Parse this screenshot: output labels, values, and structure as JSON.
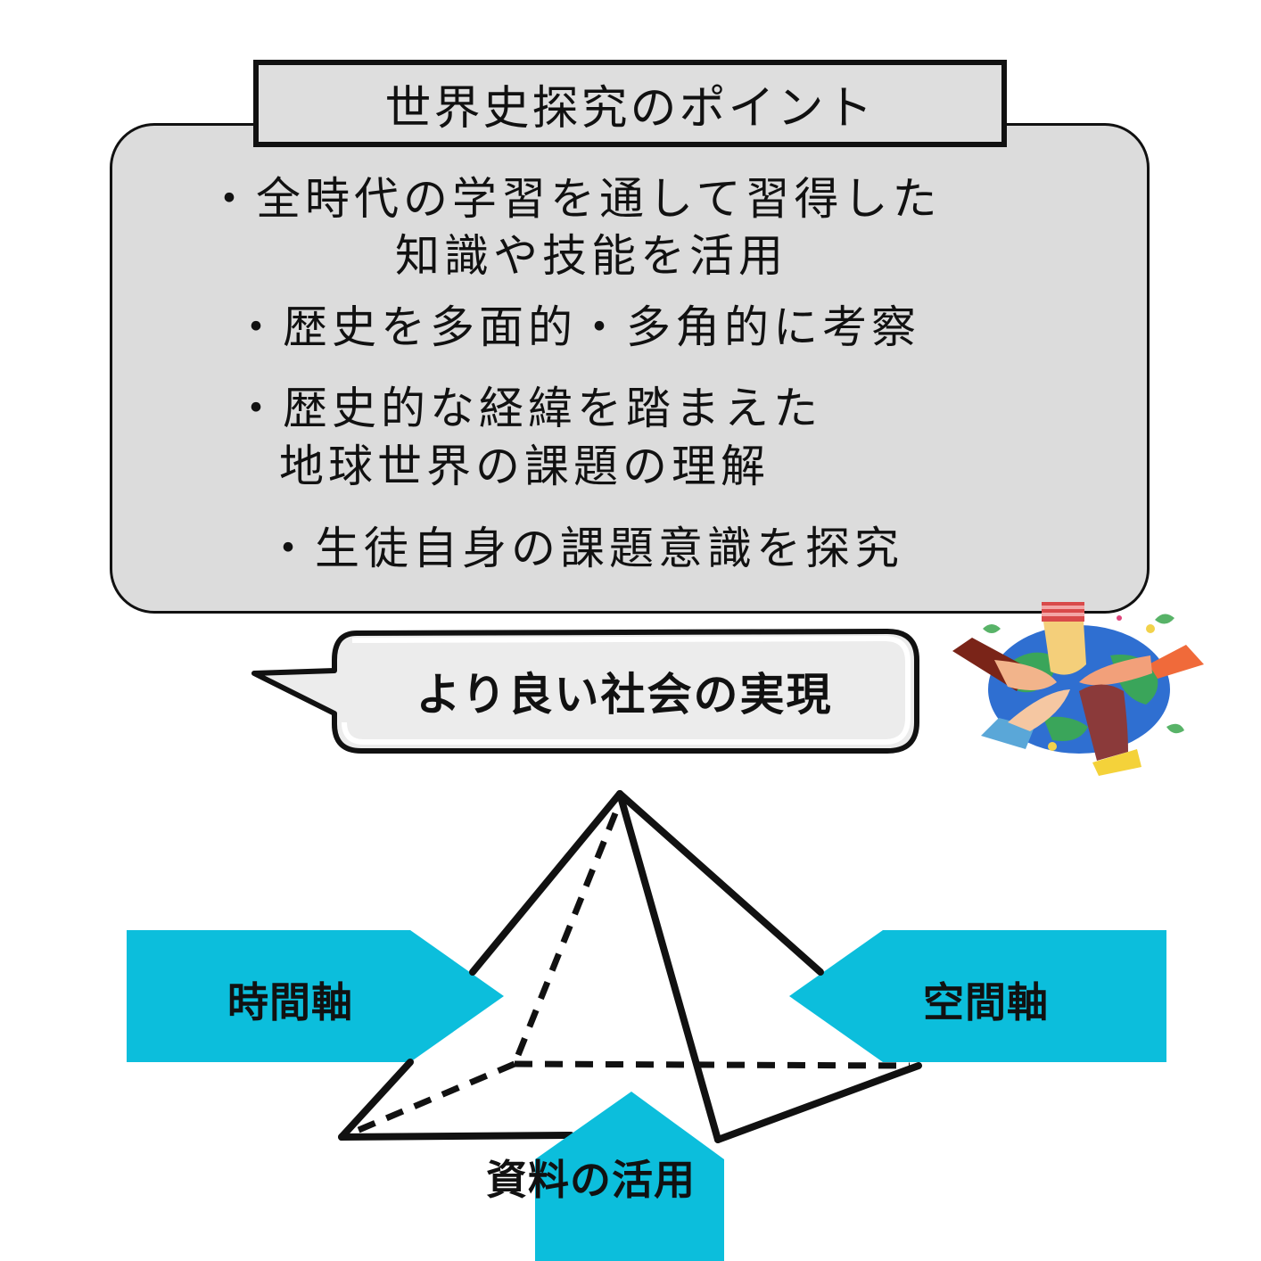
{
  "header": {
    "title": "世界史探究のポイント"
  },
  "points": [
    {
      "lines": [
        "・全時代の学習を通して習得した",
        "知識や技能を活用"
      ]
    },
    {
      "lines": [
        "・歴史を多面的・多角的に考察"
      ]
    },
    {
      "lines": [
        "・歴史的な経緯を踏まえた",
        "地球世界の課題の理解"
      ]
    },
    {
      "lines": [
        "・生徒自身の課題意識を探究"
      ]
    }
  ],
  "bubble": {
    "text": "より良い社会の実現"
  },
  "illustration": {
    "icon": "hands-over-globe-icon"
  },
  "pyramid": {
    "left_arrow": "時間軸",
    "right_arrow": "空間軸",
    "bottom_arrow": "資料の活用"
  },
  "colors": {
    "arrow": "#0cbedc",
    "box": "#dcdcdc",
    "outline": "#111111"
  }
}
